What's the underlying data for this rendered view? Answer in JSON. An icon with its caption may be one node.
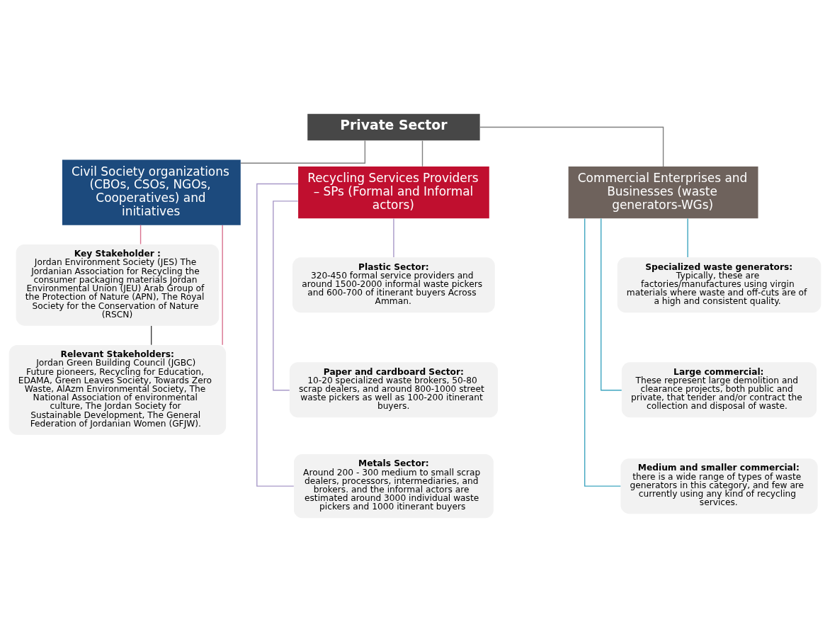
{
  "diagram": {
    "nodes": [
      {
        "text": [
          "Private Sector"
        ]
      },
      {
        "text": [
          "Civil Society organizations (CBOs, CSOs, NGOs, Cooperatives) and initiatives"
        ]
      },
      {
        "text": [
          "Recycling Services Providers – SPs (Formal and Informal actors)"
        ]
      },
      {
        "text": [
          "Commercial Enterprises and Businesses (waste generators-WGs)"
        ]
      },
      {
        "text": [
          "Key Stakeholder :",
          "Jordan Environment Society (JES) The Jordanian Association for Recycling the consumer packaging materials Jordan Environmental Union (JEU) Arab Group of the Protection of Nature (APN), The Royal Society for the Conservation of Nature (RSCN)"
        ]
      },
      {
        "text": [
          "Relevant Stakeholders:",
          "Jordan Green Building Council (JGBC) Future pioneers, Recycling for Education, EDAMA, Green Leaves Society, Towards Zero Waste, AlAzm Environmental Society, The National Association of environmental culture, The Jordan Society for Sustainable Development, The General Federation of Jordanian Women (GFJW)."
        ]
      },
      {
        "text": [
          "Plastic Sector:",
          "320-450 formal service providers and around 1500-2000 informal waste pickers and 600-700 of itinerant buyers Across Amman."
        ]
      },
      {
        "text": [
          "Paper and cardboard Sector:",
          "10-20 specialized waste brokers, 50-80 scrap dealers, and around 800-1000 street waste pickers as well as 100-200 itinerant buyers."
        ]
      },
      {
        "text": [
          "Metals Sector:",
          "Around 200 - 300 medium to small scrap dealers, processors, intermediaries, and brokers. and the informal actors are estimated around 3000 individual waste pickers and 1000 itinerant buyers"
        ]
      },
      {
        "text": [
          "Specialized waste generators:",
          "Typically, these are factories/manufactures using virgin materials where waste and off-cuts are of a high and consistent quality."
        ]
      },
      {
        "text": [
          "Large commercial:",
          "These represent large demolition and clearance projects, both public and private, that tender and/or contract the collection and disposal of waste."
        ]
      },
      {
        "text": [
          "Medium and smaller commercial:",
          "there is a wide range of types of waste generators in this category, and few are currently using any kind of recycling services."
        ]
      }
    ],
    "edges": [
      {
        "from": 0,
        "to": 1,
        "arrow": "none",
        "color": "#808080"
      },
      {
        "from": 0,
        "to": 2,
        "arrow": "none",
        "color": "#808080"
      },
      {
        "from": 0,
        "to": 3,
        "arrow": "none",
        "color": "#808080"
      },
      {
        "from": 1,
        "to": 4,
        "arrow": "none",
        "color": "#d9728f"
      },
      {
        "from": 1,
        "to": 5,
        "arrow": "none",
        "color": "#d9728f"
      },
      {
        "from": 4,
        "to": 5,
        "arrow": "none",
        "color": "#404040"
      },
      {
        "from": 2,
        "to": 6,
        "arrow": "none",
        "color": "#a899c8"
      },
      {
        "from": 2,
        "to": 7,
        "arrow": "none",
        "color": "#a899c8"
      },
      {
        "from": 2,
        "to": 8,
        "arrow": "none",
        "color": "#a899c8"
      },
      {
        "from": 3,
        "to": 9,
        "arrow": "none",
        "color": "#3fa6c0"
      },
      {
        "from": 3,
        "to": 10,
        "arrow": "none",
        "color": "#3fa6c0"
      },
      {
        "from": 3,
        "to": 11,
        "arrow": "none",
        "color": "#3fa6c0"
      }
    ]
  }
}
